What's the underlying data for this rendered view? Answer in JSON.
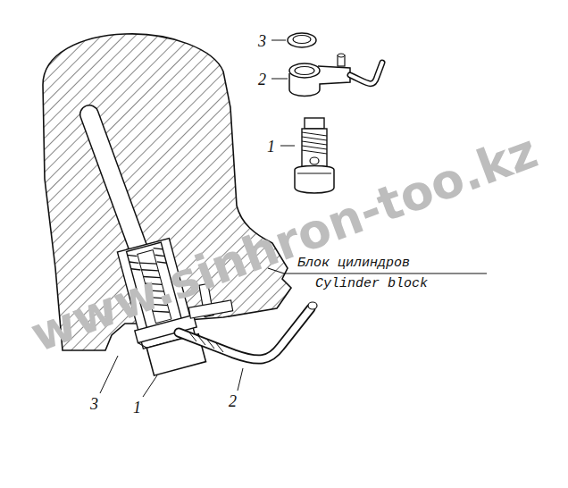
{
  "diagram": {
    "labels": [
      "3",
      "2",
      "1",
      "Блок цилиндров",
      "Cylinder block",
      "3",
      "1",
      "2",
      "www.sinhron-too.kz"
    ]
  }
}
